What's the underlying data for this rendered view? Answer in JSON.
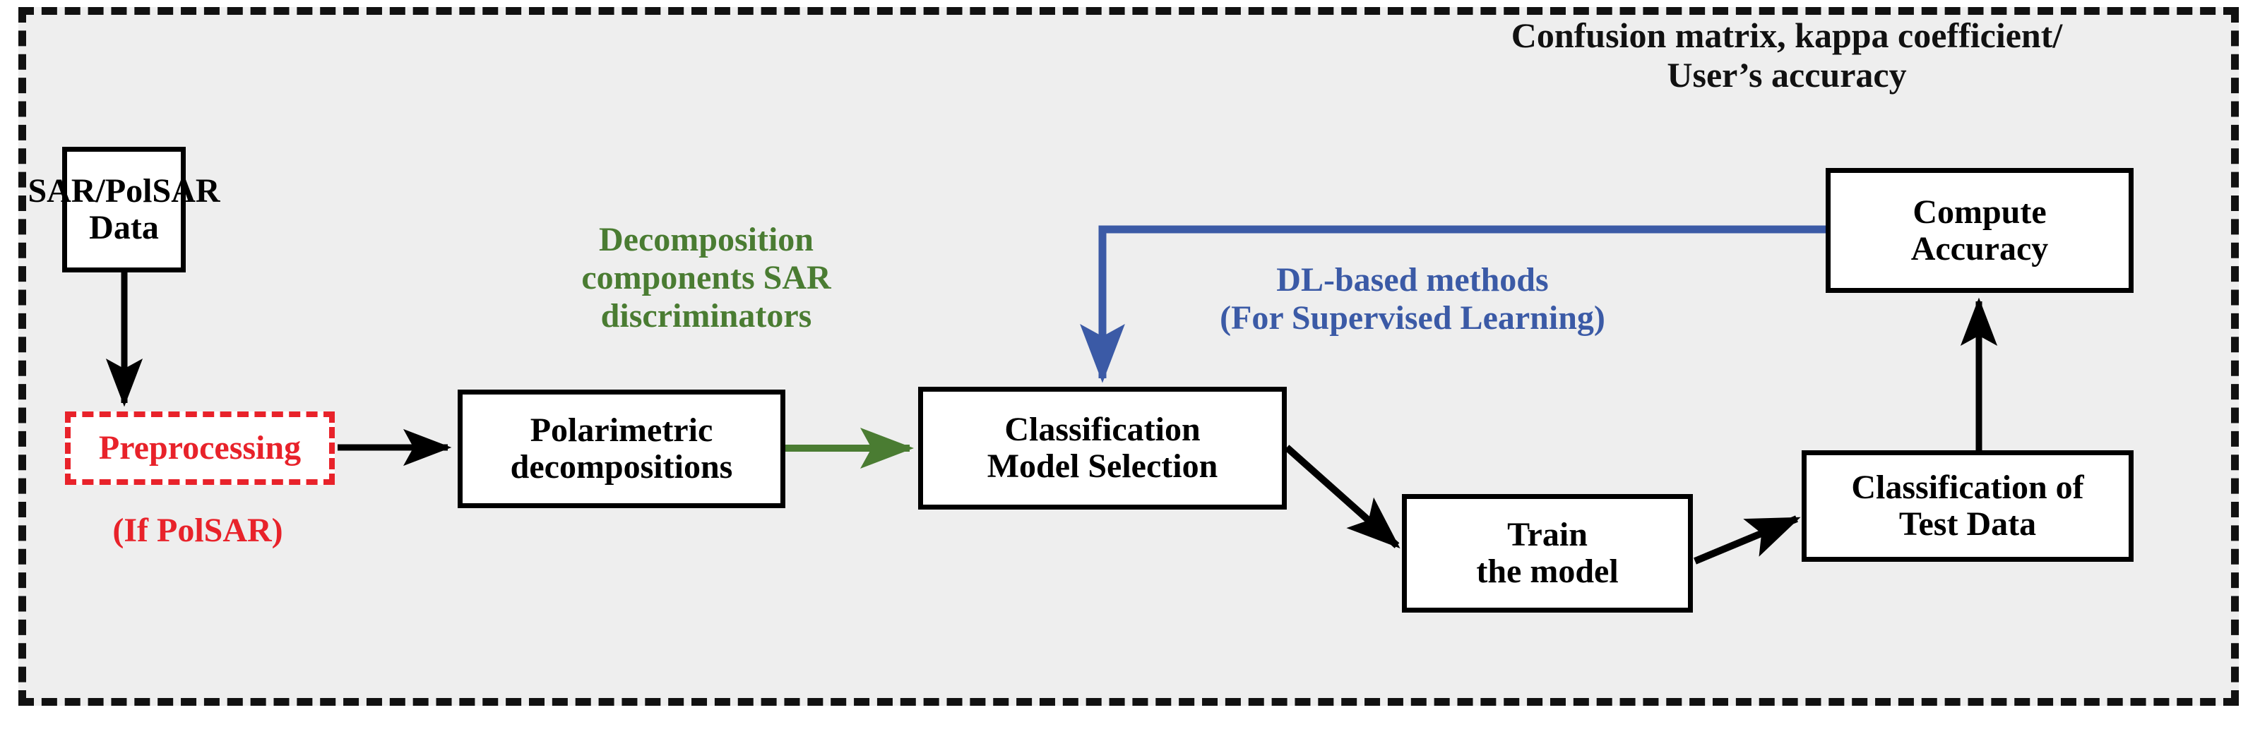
{
  "diagram": {
    "title": "SAR/PolSAR classification workflow",
    "background_color": "#eeeeee",
    "border_color": "#111111",
    "nodes": [
      {
        "id": "sar_data",
        "label": "SAR/PolSAR\nData",
        "style": "solid-black",
        "color": "#000000"
      },
      {
        "id": "preprocessing",
        "label": "Preprocessing",
        "style": "dashed-red",
        "color": "#e8222a"
      },
      {
        "id": "polarimetric",
        "label": "Polarimetric\ndecompositions",
        "style": "solid-black",
        "color": "#000000"
      },
      {
        "id": "classif_model",
        "label": "Classification\nModel Selection",
        "style": "solid-black",
        "color": "#000000"
      },
      {
        "id": "train_model",
        "label": "Train\nthe model",
        "style": "solid-black",
        "color": "#000000"
      },
      {
        "id": "test_data",
        "label": "Classification of\nTest Data",
        "style": "solid-black",
        "color": "#000000"
      },
      {
        "id": "compute_accuracy",
        "label": "Compute\nAccuracy",
        "style": "solid-black",
        "color": "#000000"
      }
    ],
    "annotations": [
      {
        "id": "if_polsar",
        "text": "(If PolSAR)",
        "color": "#e8222a"
      },
      {
        "id": "decomposition",
        "text": "Decomposition\ncomponents SAR\ndiscriminators",
        "color": "#4a7c32"
      },
      {
        "id": "dl_methods",
        "text": "DL-based methods\n(For Supervised Learning)",
        "color": "#3b5aa6"
      },
      {
        "id": "confusion_metrics",
        "text": "Confusion matrix, kappa coefficient/\nUser’s accuracy",
        "color": "#111111"
      }
    ],
    "edges": [
      {
        "id": "sar-to-preprocessing",
        "from": "sar_data",
        "to": "preprocessing",
        "color": "#000000"
      },
      {
        "id": "preprocessing-to-polarimetric",
        "from": "preprocessing",
        "to": "polarimetric",
        "color": "#000000"
      },
      {
        "id": "polarimetric-to-classif",
        "from": "polarimetric",
        "to": "classif_model",
        "color": "#4a7c32"
      },
      {
        "id": "classif-to-train",
        "from": "classif_model",
        "to": "train_model",
        "color": "#000000"
      },
      {
        "id": "train-to-test",
        "from": "train_model",
        "to": "test_data",
        "color": "#000000"
      },
      {
        "id": "test-to-compute",
        "from": "test_data",
        "to": "compute_accuracy",
        "color": "#000000"
      },
      {
        "id": "compute-to-classif",
        "from": "compute_accuracy",
        "to": "classif_model",
        "color": "#3b5aa6"
      }
    ]
  }
}
